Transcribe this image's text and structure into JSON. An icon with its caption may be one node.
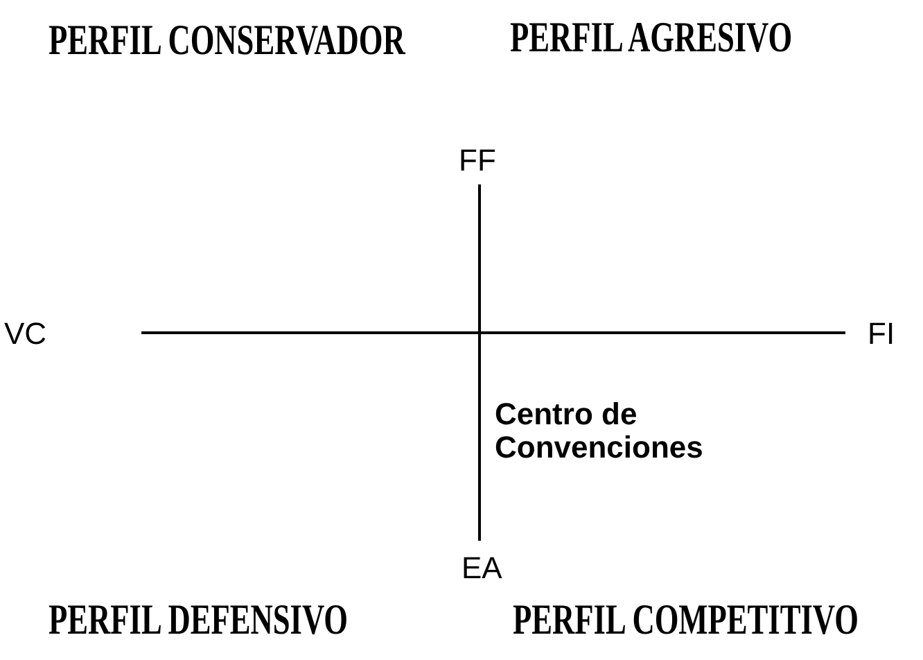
{
  "diagram": {
    "labels": [
      "PERFIL CONSERVADOR",
      "PERFIL AGRESIVO",
      "FF",
      "VC",
      "FI",
      "Centro de Convenciones",
      "EA",
      "PERFIL DEFENSIVO",
      "PERFIL COMPETITIVO"
    ]
  }
}
